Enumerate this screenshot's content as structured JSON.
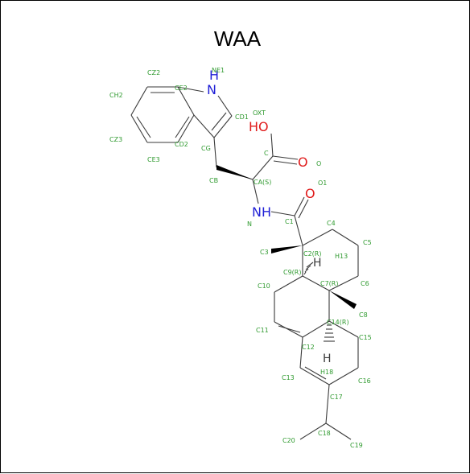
{
  "title": "WAA",
  "colors": {
    "label": "#2f9a2f",
    "nitrogen": "#1f1fd6",
    "oxygen": "#e01b1b",
    "bond": "#3a3a3a",
    "hydrogen": "#3a3a3a"
  },
  "atom_labels": [
    "NE1",
    "CZ2",
    "CE2",
    "CH2",
    "CD1",
    "OXT",
    "CZ3",
    "CD2",
    "CG",
    "CE3",
    "C",
    "O",
    "CB",
    "CA(S)",
    "O1",
    "N",
    "C1",
    "C4",
    "C3",
    "C2(R)",
    "C5",
    "H13",
    "C9(R)",
    "C7(R)",
    "C6",
    "C10",
    "C8",
    "C14(R)",
    "C11",
    "C12",
    "C15",
    "H18",
    "C13",
    "C16",
    "C17",
    "C18",
    "C20",
    "C19"
  ],
  "heteroatoms": {
    "indole_nh": "H\nN",
    "hydroxyl": "HO",
    "carbonyl_o": "O",
    "amide_nh": "NH",
    "amide_o": "O"
  },
  "stereo_h": [
    "H",
    "H"
  ]
}
